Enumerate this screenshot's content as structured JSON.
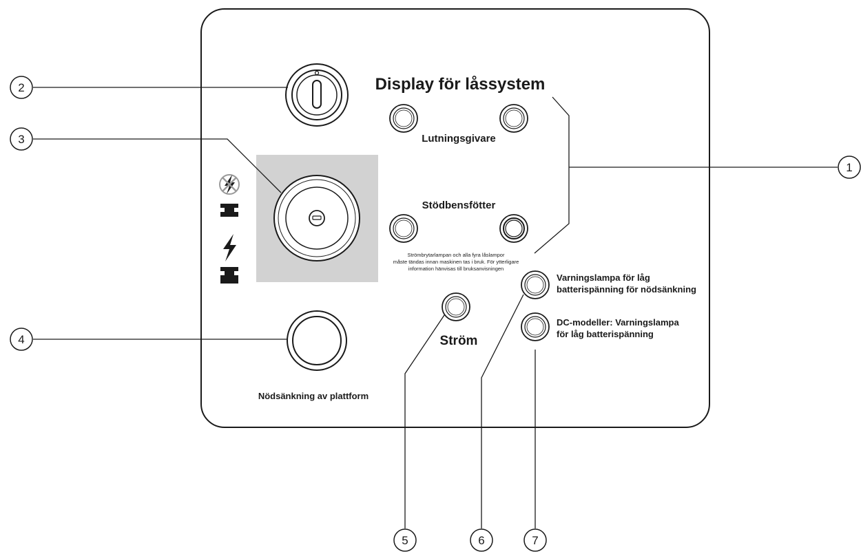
{
  "title": "Display för låssystem",
  "labels": {
    "tilt_sensor": "Lutningsgivare",
    "outrigger_feet": "Stödbensfötter",
    "info_line1": "Strömbrytarlampan och alla fyra låslampor",
    "info_line2": "måste tändas innan maskinen tas i bruk. För ytterligare",
    "info_line3": "information hänvisas till bruksanvisningen",
    "low_battery_emergency_line1": "Varningslampa för låg",
    "low_battery_emergency_line2": "batterispänning för nödsänkning",
    "dc_low_battery_line1": "DC-modeller: Varningslampa",
    "dc_low_battery_line2": "för låg batterispänning",
    "power": "Ström",
    "emergency_lowering": "Nödsänkning av plattform"
  },
  "callouts": [
    "1",
    "2",
    "3",
    "4",
    "5",
    "6",
    "7"
  ],
  "colors": {
    "panel_stroke": "#1a1a1a",
    "switch_bg": "#d2d2d2",
    "ink": "#1a1a1a"
  },
  "icons": [
    "power-off-icon",
    "power-on-icon",
    "key-switch-icon",
    "button-icon"
  ]
}
